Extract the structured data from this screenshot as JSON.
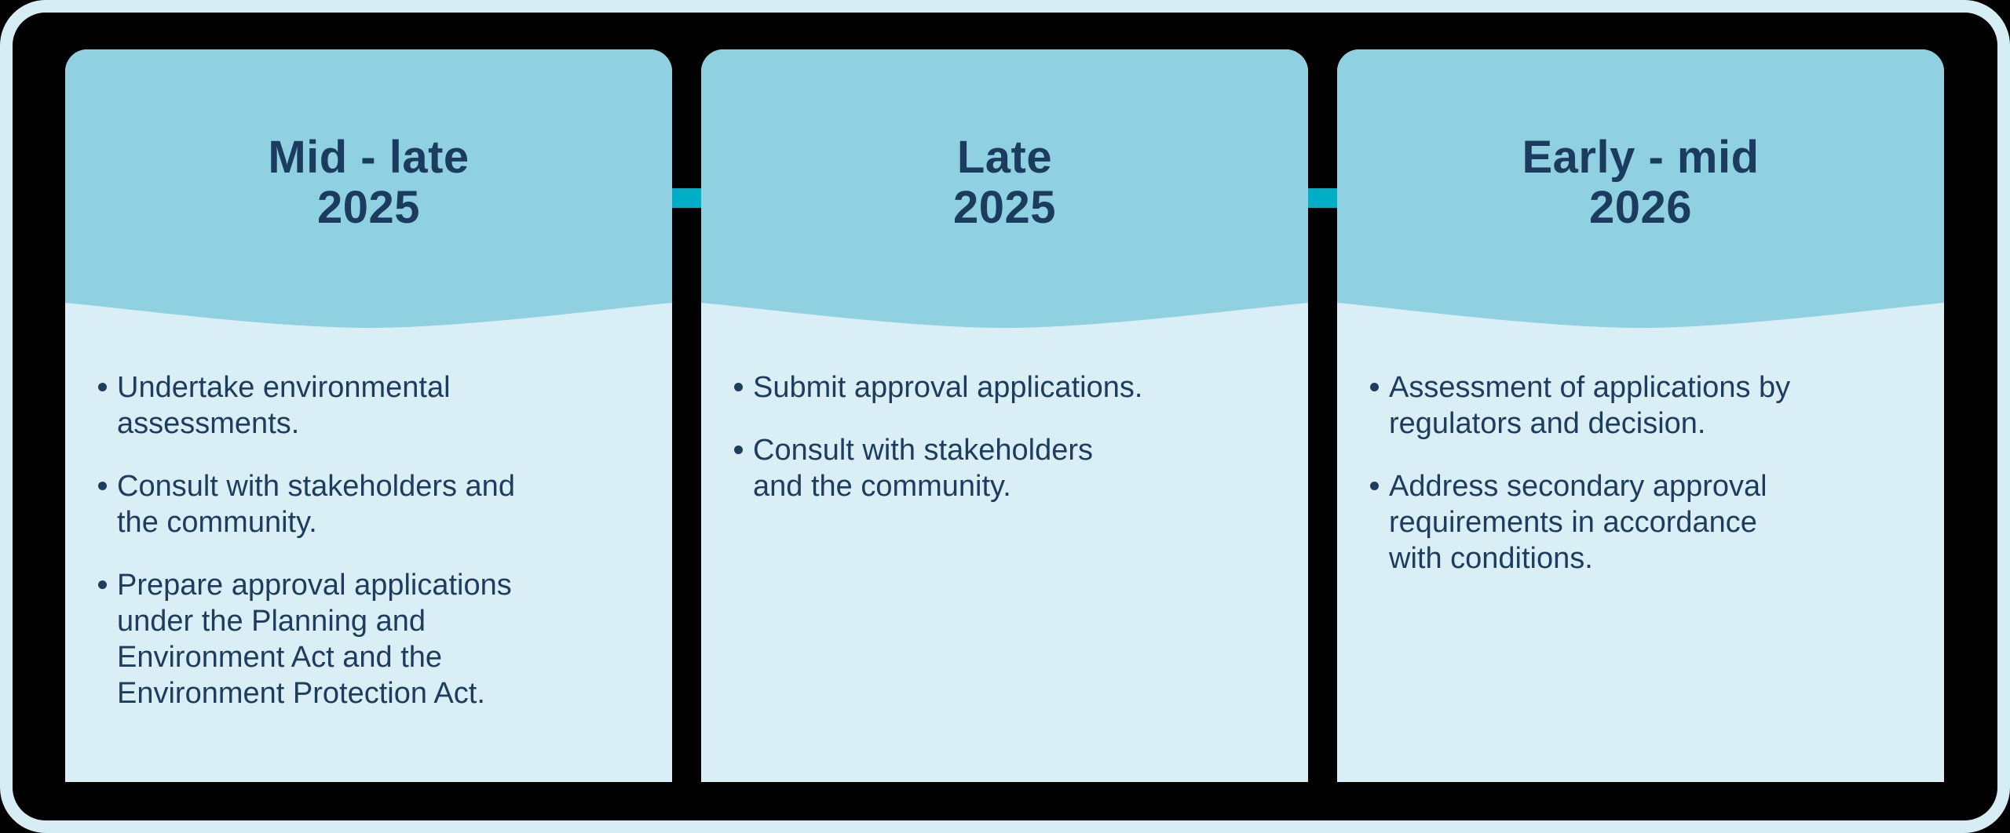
{
  "colors": {
    "background": "#000000",
    "frame": "#D6EDF5",
    "card_header": "#8FD1E1",
    "card_body": "#D9EEF5",
    "connector": "#00AEC7",
    "title_text": "#1B3C5F",
    "body_text": "#1E3D5E"
  },
  "cards": [
    {
      "title": "Mid - late\n2025",
      "bullets": [
        "Undertake environmental\nassessments.",
        "Consult with stakeholders and\nthe community.",
        "Prepare approval applications\nunder the Planning and\nEnvironment Act and the\nEnvironment Protection Act."
      ]
    },
    {
      "title": "Late\n2025",
      "bullets": [
        "Submit approval applications.",
        "Consult with stakeholders\nand the community."
      ]
    },
    {
      "title": "Early - mid\n2026",
      "bullets": [
        "Assessment of applications by\nregulators and decision.",
        "Address secondary approval\nrequirements in accordance\nwith conditions."
      ]
    }
  ]
}
